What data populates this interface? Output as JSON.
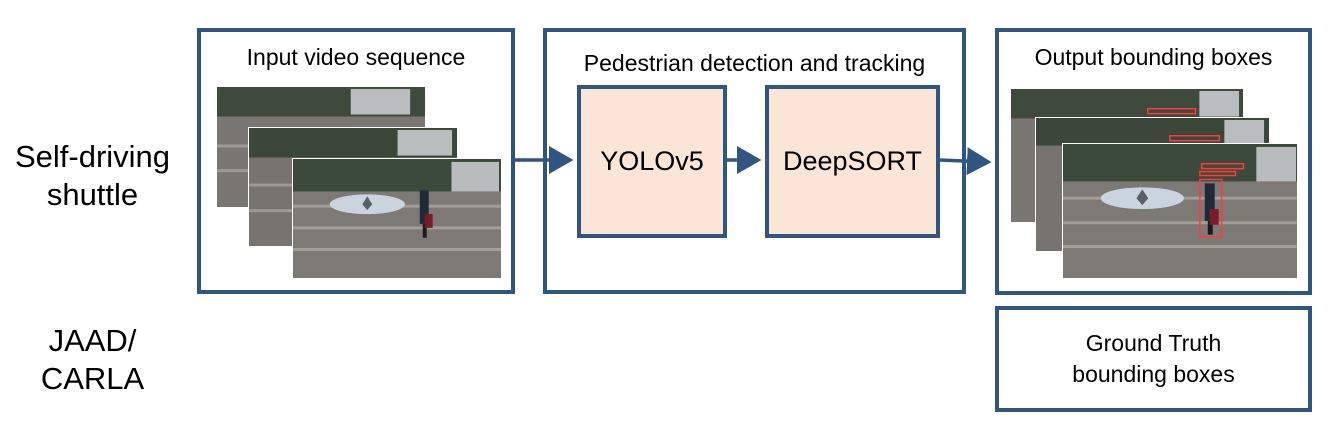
{
  "rows": {
    "row1_label": "Self-driving\nshuttle",
    "row2_label": "JAAD/\nCARLA"
  },
  "input_box": {
    "title": "Input video sequence"
  },
  "pipeline_box": {
    "title": "Pedestrian detection and tracking",
    "step1": "YOLOv5",
    "step2": "DeepSORT"
  },
  "output_box": {
    "title": "Output bounding boxes"
  },
  "ground_truth_box": {
    "label": "Ground Truth\nbounding boxes"
  },
  "colors": {
    "border": "#2f5583",
    "process_fill": "#fbe5d6",
    "bbox": "#ff3b3b"
  }
}
